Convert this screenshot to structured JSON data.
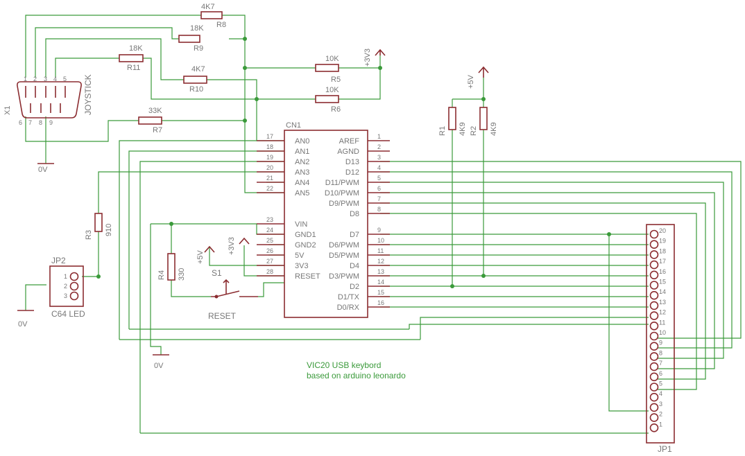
{
  "title_line1": "VIC20 USB keybord",
  "title_line2": "based on arduino leonardo",
  "cn1": {
    "ref": "CN1",
    "left_pins": [
      {
        "num": "17",
        "name": "AN0"
      },
      {
        "num": "18",
        "name": "AN1"
      },
      {
        "num": "19",
        "name": "AN2"
      },
      {
        "num": "20",
        "name": "AN3"
      },
      {
        "num": "21",
        "name": "AN4"
      },
      {
        "num": "22",
        "name": "AN5"
      },
      {
        "num": "23",
        "name": "VIN"
      },
      {
        "num": "24",
        "name": "GND1"
      },
      {
        "num": "25",
        "name": "GND2"
      },
      {
        "num": "26",
        "name": "5V"
      },
      {
        "num": "27",
        "name": "3V3"
      },
      {
        "num": "28",
        "name": "RESET"
      }
    ],
    "right_pins": [
      {
        "num": "1",
        "name": "AREF"
      },
      {
        "num": "2",
        "name": "AGND"
      },
      {
        "num": "3",
        "name": "D13"
      },
      {
        "num": "4",
        "name": "D12"
      },
      {
        "num": "5",
        "name": "D11/PWM"
      },
      {
        "num": "6",
        "name": "D10/PWM"
      },
      {
        "num": "7",
        "name": "D9/PWM"
      },
      {
        "num": "8",
        "name": "D8"
      },
      {
        "num": "9",
        "name": "D7"
      },
      {
        "num": "10",
        "name": "D6/PWM"
      },
      {
        "num": "11",
        "name": "D5/PWM"
      },
      {
        "num": "12",
        "name": "D4"
      },
      {
        "num": "13",
        "name": "D3/PWM"
      },
      {
        "num": "14",
        "name": "D2"
      },
      {
        "num": "15",
        "name": "D1/TX"
      },
      {
        "num": "16",
        "name": "D0/RX"
      }
    ]
  },
  "resistors": [
    {
      "ref": "R8",
      "value": "4K7"
    },
    {
      "ref": "R9",
      "value": "18K"
    },
    {
      "ref": "R11",
      "value": "18K"
    },
    {
      "ref": "R10",
      "value": "4K7"
    },
    {
      "ref": "R5",
      "value": "10K"
    },
    {
      "ref": "R6",
      "value": "10K"
    },
    {
      "ref": "R7",
      "value": "33K"
    },
    {
      "ref": "R1",
      "value": "4K9"
    },
    {
      "ref": "R2",
      "value": "4K9"
    },
    {
      "ref": "R3",
      "value": "910"
    },
    {
      "ref": "R4",
      "value": "330"
    }
  ],
  "joystick": {
    "ref": "X1",
    "name": "JOYSTICK",
    "top_pins": [
      "1",
      "2",
      "3",
      "4",
      "5"
    ],
    "bottom_pins": [
      "6",
      "7",
      "8",
      "9"
    ]
  },
  "jp1": {
    "ref": "JP1",
    "pins": [
      "20",
      "19",
      "18",
      "17",
      "16",
      "15",
      "14",
      "13",
      "12",
      "11",
      "10",
      "9",
      "8",
      "7",
      "6",
      "5",
      "4",
      "3",
      "2",
      "1"
    ]
  },
  "jp2": {
    "ref": "JP2",
    "name": "C64 LED",
    "pins": [
      "1",
      "2",
      "3"
    ]
  },
  "switch": {
    "ref": "S1",
    "name": "RESET"
  },
  "supplies": {
    "v33": "+3V3",
    "v5": "+5V",
    "gnd": "0V"
  }
}
